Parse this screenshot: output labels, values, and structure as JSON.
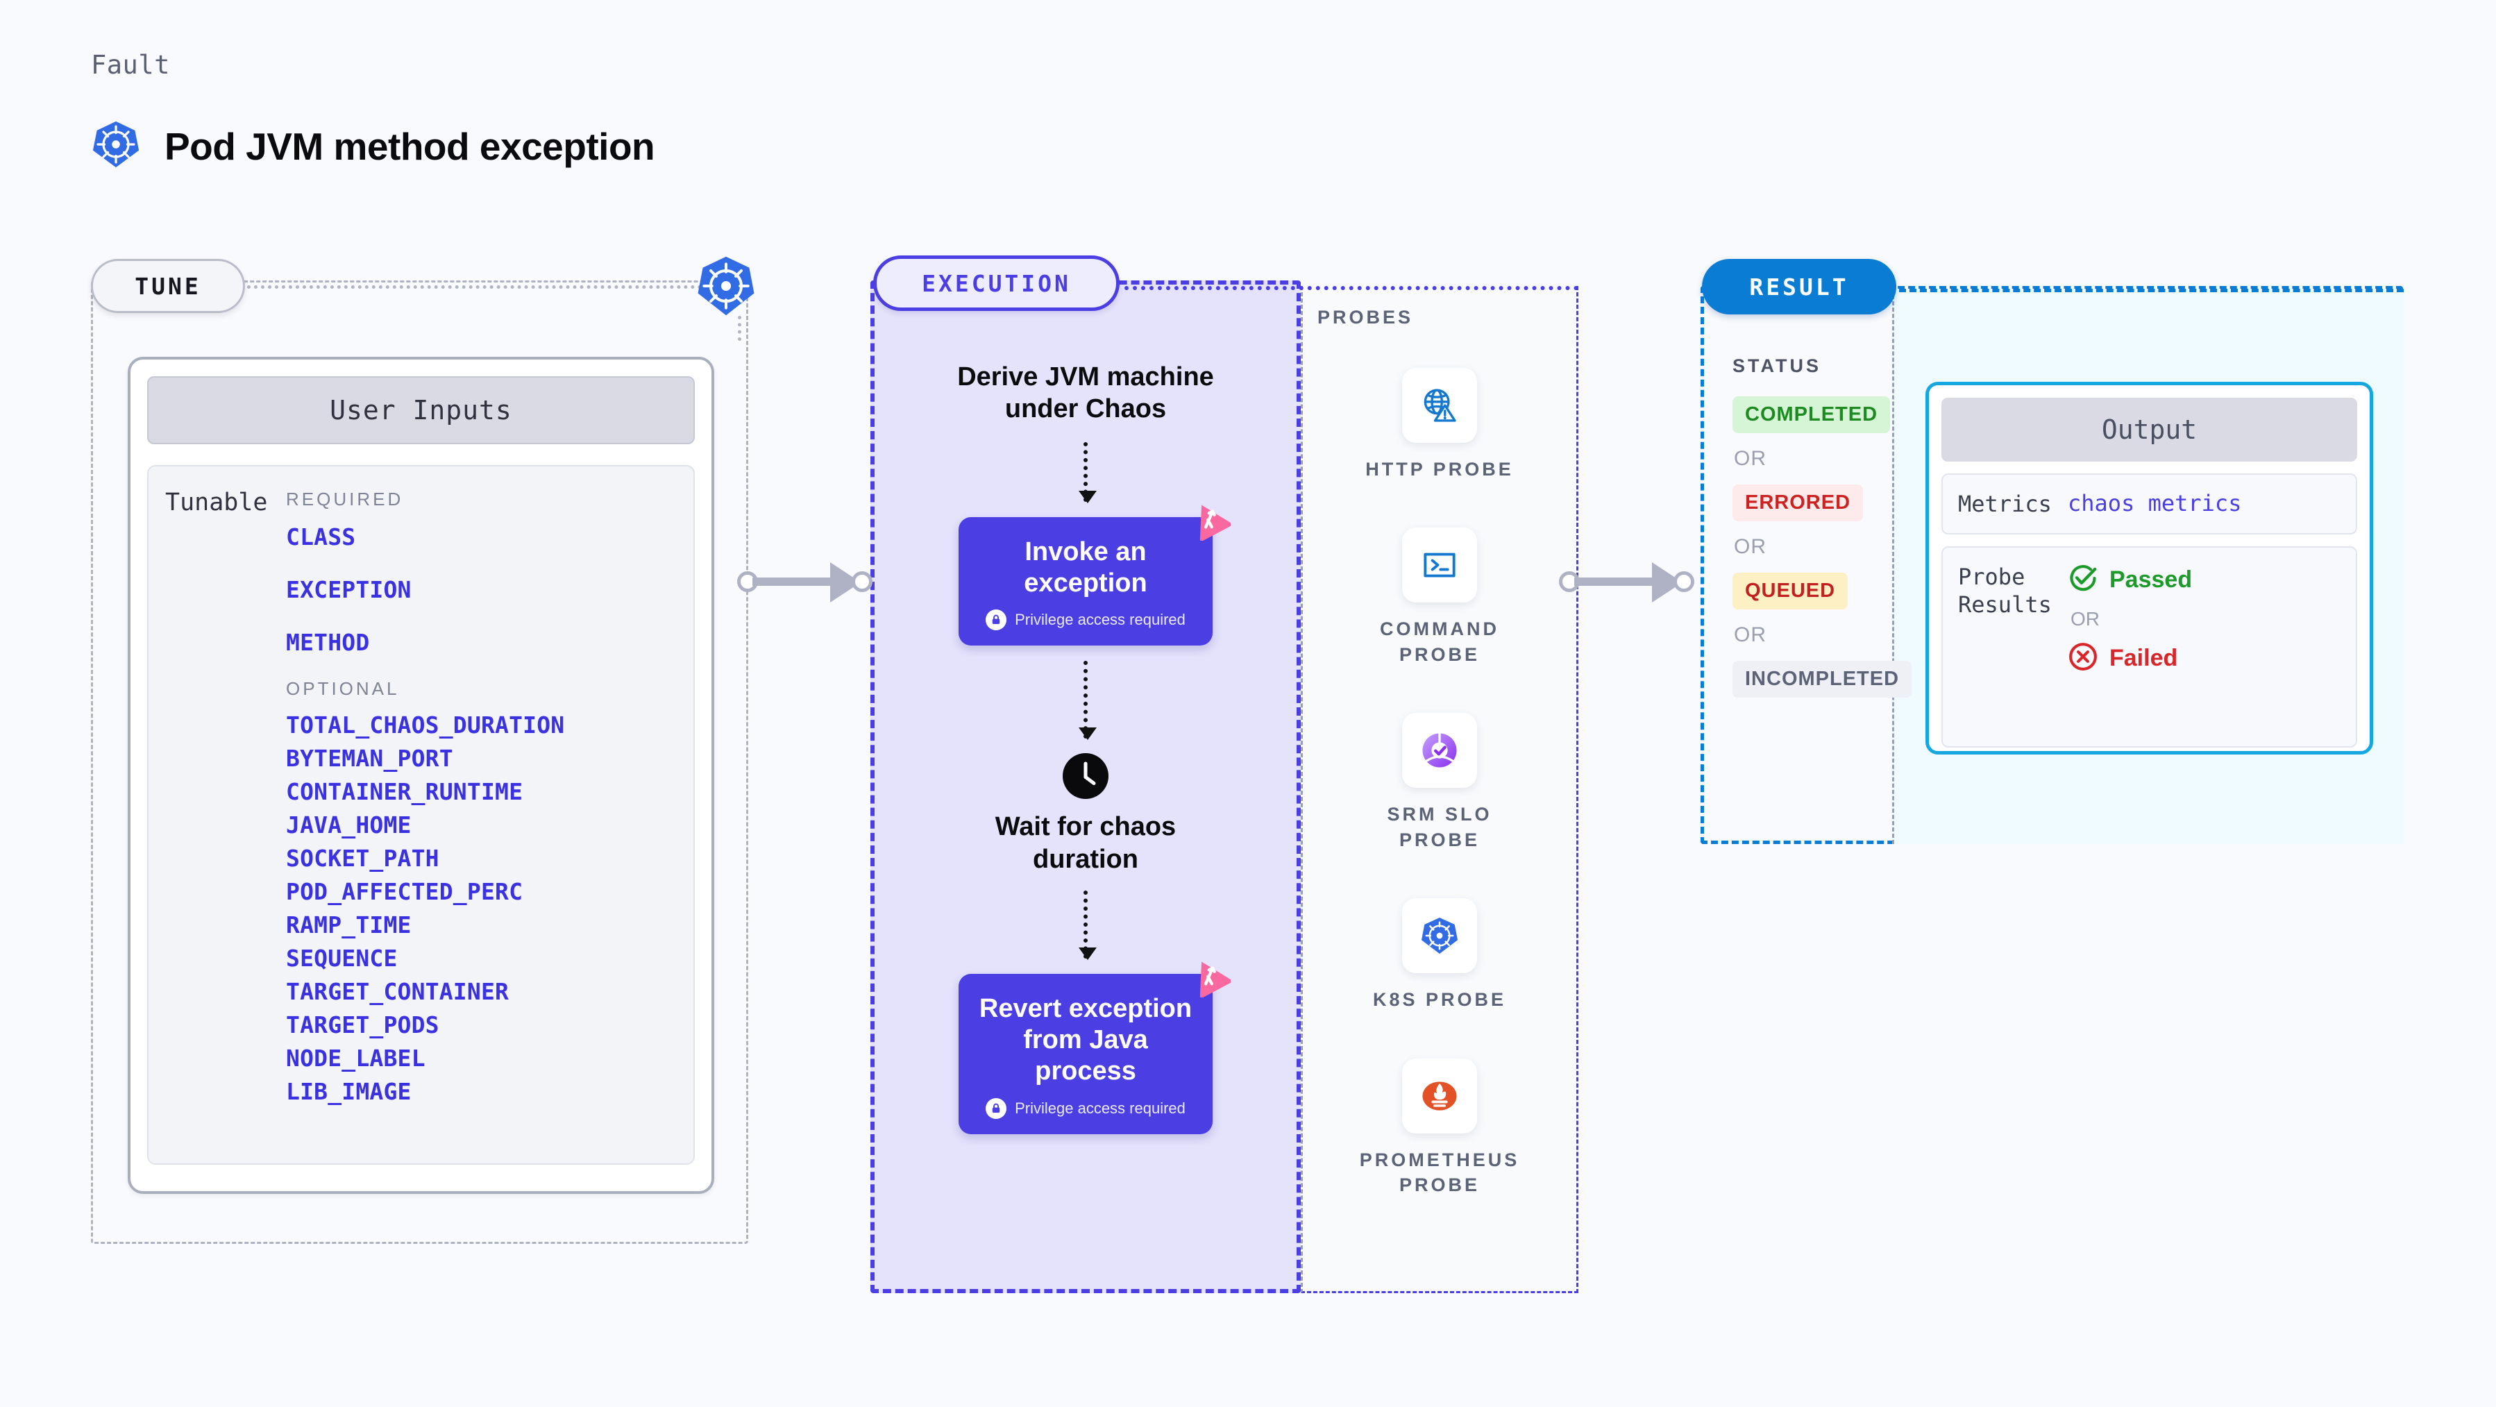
{
  "header": {
    "kicker": "Fault",
    "title": "Pod JVM method exception",
    "icon": "kubernetes-icon"
  },
  "colors": {
    "page_bg": "#f9fafd",
    "indigo": "#4b3fe4",
    "param_blue": "#3a31e0",
    "result_blue": "#0b7cd4",
    "output_cyan": "#17a7e0",
    "pink_badge": "#f9689f",
    "green": "#1d9b2a",
    "red": "#d8262a",
    "gray_dash": "#adb3c2"
  },
  "tune": {
    "pill_label": "TUNE",
    "k8s_icon": "kubernetes-icon",
    "user_inputs": {
      "header": "User Inputs",
      "row_label": "Tunable",
      "groups": [
        {
          "title": "REQUIRED",
          "params": [
            "CLASS",
            "EXCEPTION",
            "METHOD"
          ]
        },
        {
          "title": "OPTIONAL",
          "params": [
            "TOTAL_CHAOS_DURATION",
            "BYTEMAN_PORT",
            "CONTAINER_RUNTIME",
            "JAVA_HOME",
            "SOCKET_PATH",
            "POD_AFFECTED_PERC",
            "RAMP_TIME",
            "SEQUENCE",
            "TARGET_CONTAINER",
            "TARGET_PODS",
            "NODE_LABEL",
            "LIB_IMAGE"
          ]
        }
      ]
    }
  },
  "execution": {
    "pill_label": "EXECUTION",
    "steps": [
      {
        "type": "text",
        "label": "Derive JVM machine\nunder Chaos"
      },
      {
        "type": "card",
        "label": "Invoke an exception",
        "privilege_note": "Privilege access required",
        "badge_icon": "litmus-logo-icon",
        "lock_icon": "lock-icon"
      },
      {
        "type": "icon-text",
        "label": "Wait for chaos\nduration",
        "icon": "clock-icon"
      },
      {
        "type": "card",
        "label": "Revert exception\nfrom Java process",
        "privilege_note": "Privilege access required",
        "badge_icon": "litmus-logo-icon",
        "lock_icon": "lock-icon"
      }
    ]
  },
  "probes": {
    "title": "PROBES",
    "items": [
      {
        "label": "HTTP PROBE",
        "icon": "globe-warning-icon"
      },
      {
        "label": "COMMAND\nPROBE",
        "icon": "terminal-icon"
      },
      {
        "label": "SRM SLO\nPROBE",
        "icon": "gauge-check-icon"
      },
      {
        "label": "K8S PROBE",
        "icon": "kubernetes-icon"
      },
      {
        "label": "PROMETHEUS\nPROBE",
        "icon": "prometheus-icon"
      }
    ]
  },
  "result": {
    "pill_label": "RESULT",
    "status_title": "STATUS",
    "or_label": "OR",
    "statuses": [
      {
        "label": "COMPLETED",
        "text_color": "#1d8a22",
        "bg_color": "#d6f5d6"
      },
      {
        "label": "ERRORED",
        "text_color": "#cc2222",
        "bg_color": "#fdeaea"
      },
      {
        "label": "QUEUED",
        "text_color": "#c22121",
        "bg_color": "#fdf0c4"
      },
      {
        "label": "INCOMPLETED",
        "text_color": "#5d6377",
        "bg_color": "#eef0f5"
      }
    ],
    "output": {
      "header": "Output",
      "rows": [
        {
          "key": "Metrics",
          "value": "chaos metrics"
        },
        {
          "key": "Probe\nResults",
          "passed_label": "Passed",
          "failed_label": "Failed",
          "or_label": "OR",
          "passed_icon": "check-circle-icon",
          "failed_icon": "x-circle-icon"
        }
      ]
    }
  }
}
